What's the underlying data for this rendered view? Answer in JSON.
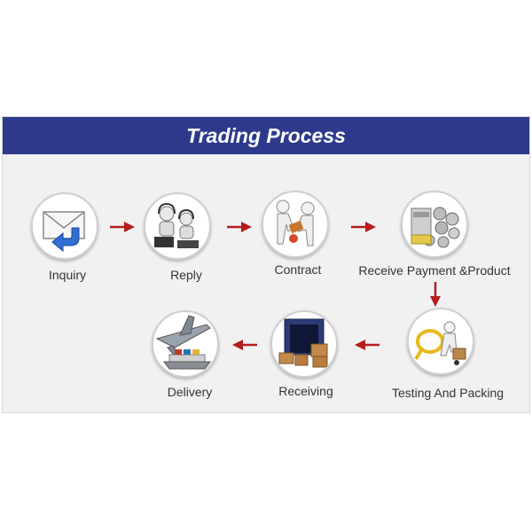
{
  "title": "Trading Process",
  "colors": {
    "header": "#2d3a8c",
    "arrow": "#b51d1d",
    "panel": "#f1f1f1"
  },
  "steps": [
    {
      "label": "Inquiry",
      "icon": "envelope-arrow-icon"
    },
    {
      "label": "Reply",
      "icon": "customer-service-agents-icon"
    },
    {
      "label": "Contract",
      "icon": "handshake-figures-icon"
    },
    {
      "label": "Receive  Payment &Product",
      "icon": "coins-money-icon"
    },
    {
      "label": "Testing And Packing",
      "icon": "inspection-packing-icon"
    },
    {
      "label": "Receiving",
      "icon": "shipping-container-boxes-icon"
    },
    {
      "label": "Delivery",
      "icon": "airplane-ship-icon"
    }
  ]
}
